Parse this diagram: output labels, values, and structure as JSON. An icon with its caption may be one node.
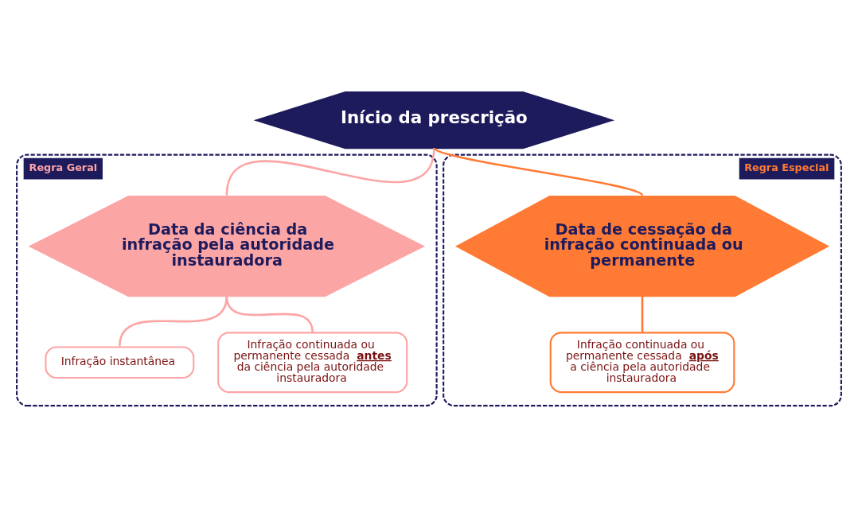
{
  "diagram": {
    "nodes": [
      {
        "text": [
          "Início da prescrição"
        ]
      },
      {
        "text": [
          "Regra Geral"
        ]
      },
      {
        "text": [
          "Data da ciência da infração pela autoridade instauradora"
        ],
        "in": 1
      },
      {
        "text": [
          "Infração instantânea"
        ],
        "in": 1
      },
      {
        "text": [
          "Infração continuada ou permanente cessada **antes** da ciência pela autoridade instauradora"
        ],
        "in": 1
      },
      {
        "text": [
          "Regra Especial"
        ]
      },
      {
        "text": [
          "Data de cessação da infração continuada ou permanente"
        ],
        "in": 5
      },
      {
        "text": [
          "Infração continuada ou permanente cessada **após** a ciência pela autoridade instauradora"
        ],
        "in": 5
      }
    ],
    "edges": [
      {
        "from": 0,
        "to": 2,
        "arrow": "none",
        "color": "#fca5a5"
      },
      {
        "from": 0,
        "to": 6,
        "arrow": "none",
        "color": "#ff7b35"
      },
      {
        "from": 2,
        "to": 3,
        "arrow": "none",
        "color": "#fca5a5"
      },
      {
        "from": 2,
        "to": 4,
        "arrow": "none",
        "color": "#fca5a5"
      },
      {
        "from": 6,
        "to": 7,
        "arrow": "none",
        "color": "#ff7b35"
      }
    ]
  }
}
